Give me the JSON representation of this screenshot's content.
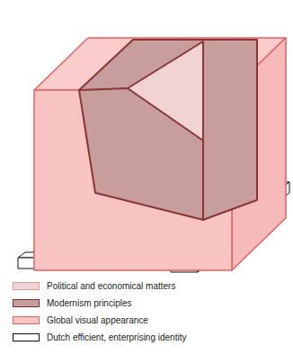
{
  "diagram": {
    "legend": [
      {
        "text": "Political and economical matters",
        "color": "#f1d3d3"
      },
      {
        "text": "Modernism principles",
        "color": "#c79d9d"
      },
      {
        "text": "Global visual appearance",
        "color": "#f9c4c4"
      },
      {
        "text": "Dutch efficient, enterprising identity"
      }
    ]
  }
}
